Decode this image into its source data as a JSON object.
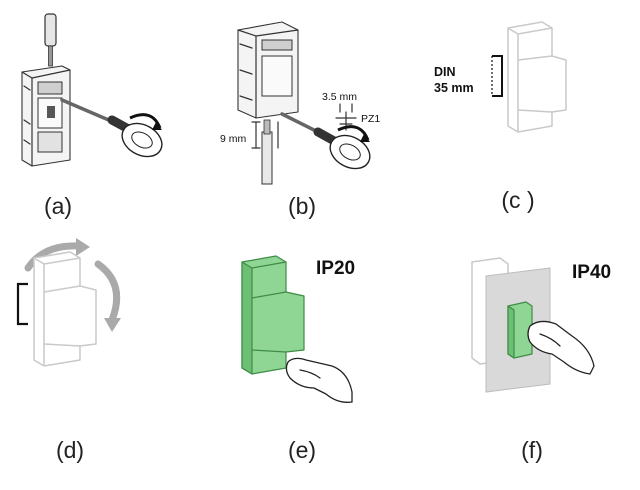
{
  "panels": [
    {
      "id": "a",
      "caption": "(a)"
    },
    {
      "id": "b",
      "caption": "(b)"
    },
    {
      "id": "c",
      "caption": "(c )"
    },
    {
      "id": "d",
      "caption": "(d)"
    },
    {
      "id": "e",
      "caption": "(e)"
    },
    {
      "id": "f",
      "caption": "(f)"
    }
  ],
  "annotations": {
    "strip_length": "9 mm",
    "screwdriver_width": "3.5 mm",
    "screwdriver_type": "PZ1",
    "din_label": "DIN",
    "din_size": "35 mm",
    "ip20": "IP20",
    "ip40": "IP40"
  },
  "colors": {
    "protected_area": "#8fd694",
    "enclosure_panel": "#d9d9d9",
    "device_outline_light": "#c9c9c9"
  }
}
